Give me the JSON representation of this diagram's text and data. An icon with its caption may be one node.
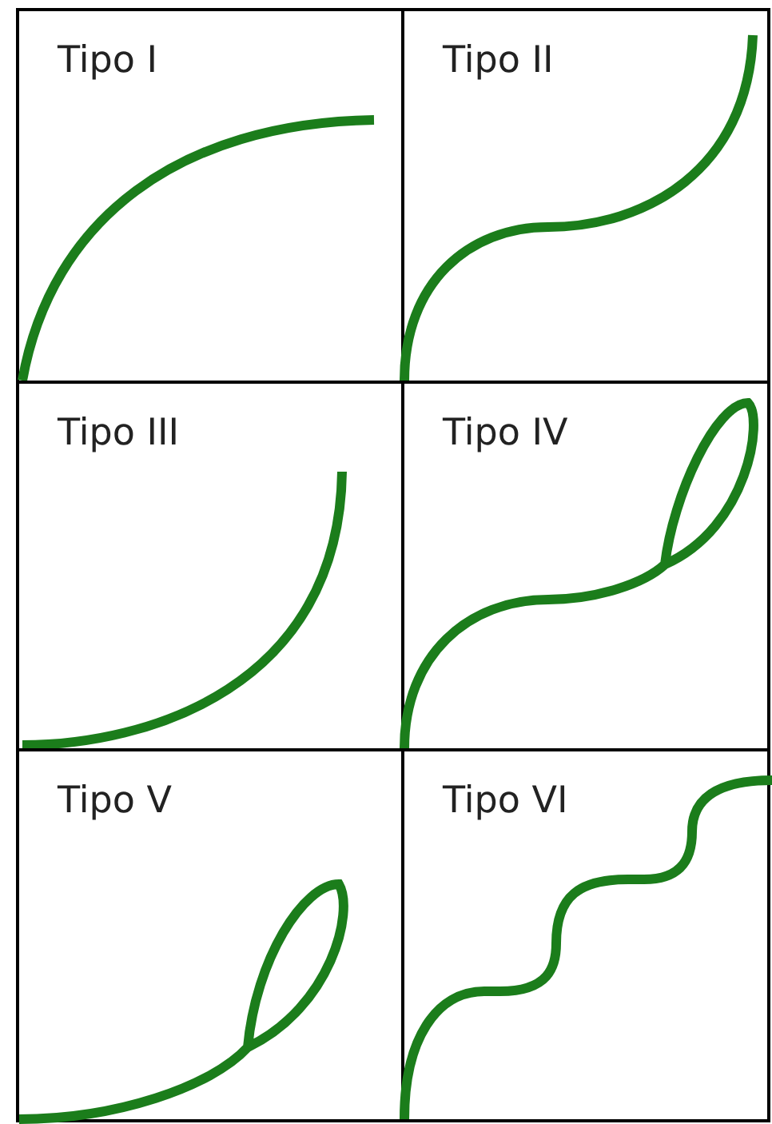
{
  "diagram": {
    "nodes": [
      {
        "text": [
          "Tipo I"
        ]
      },
      {
        "text": [
          "Tipo II"
        ]
      },
      {
        "text": [
          "Tipo III"
        ]
      },
      {
        "text": [
          "Tipo IV"
        ]
      },
      {
        "text": [
          "Tipo V"
        ]
      },
      {
        "text": [
          "Tipo VI"
        ]
      }
    ]
  }
}
